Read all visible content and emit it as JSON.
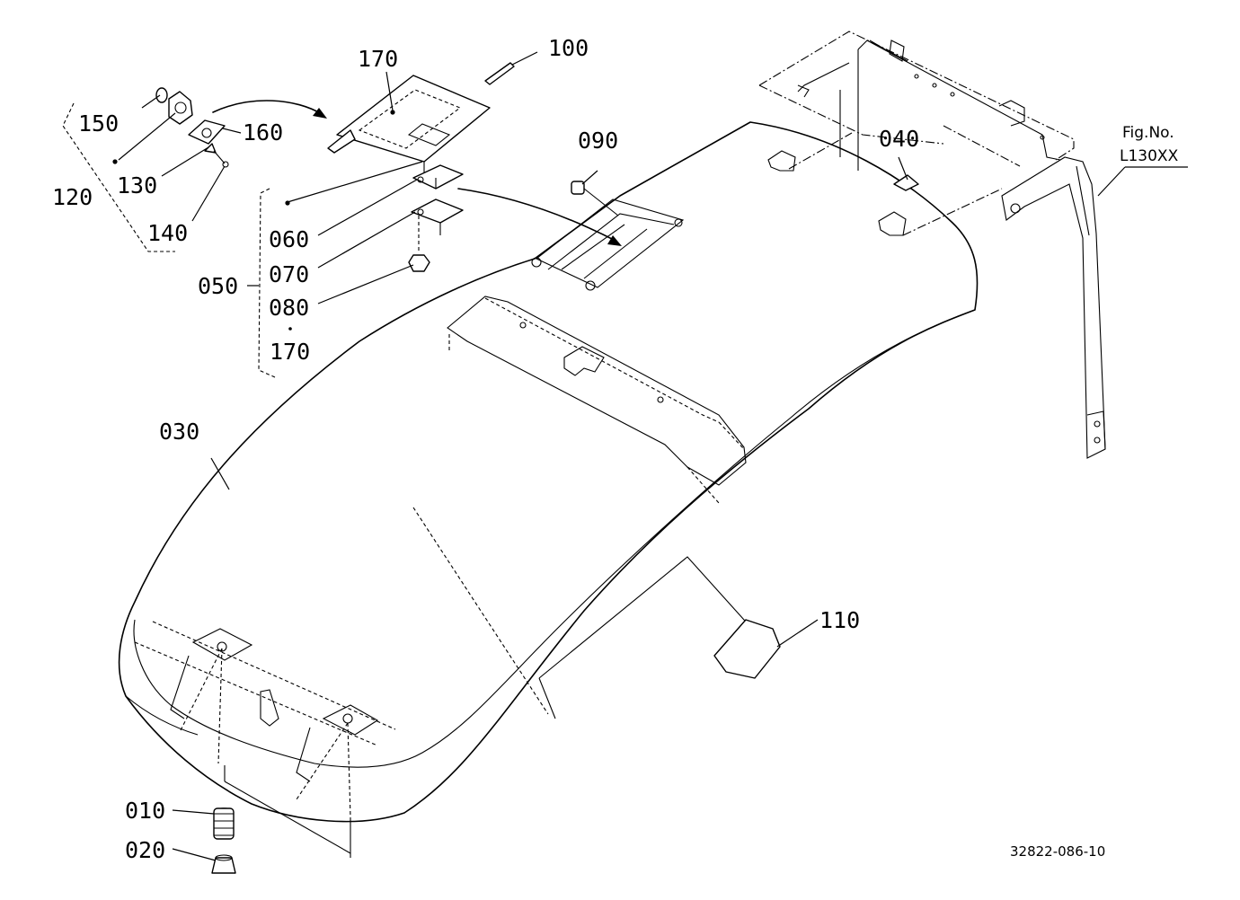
{
  "labels": {
    "p010": "010",
    "p020": "020",
    "p030": "030",
    "p040": "040",
    "p050": "050",
    "p060": "060",
    "p070": "070",
    "p080": "080",
    "p090": "090",
    "p100": "100",
    "p110": "110",
    "p120": "120",
    "p130": "130",
    "p140": "140",
    "p150": "150",
    "p160": "160",
    "p170_top": "170",
    "p170_group": "170"
  },
  "figure_ref": {
    "line1": "Fig.No.",
    "line2": "L130XX"
  },
  "drawing_code": "32822-086-10"
}
